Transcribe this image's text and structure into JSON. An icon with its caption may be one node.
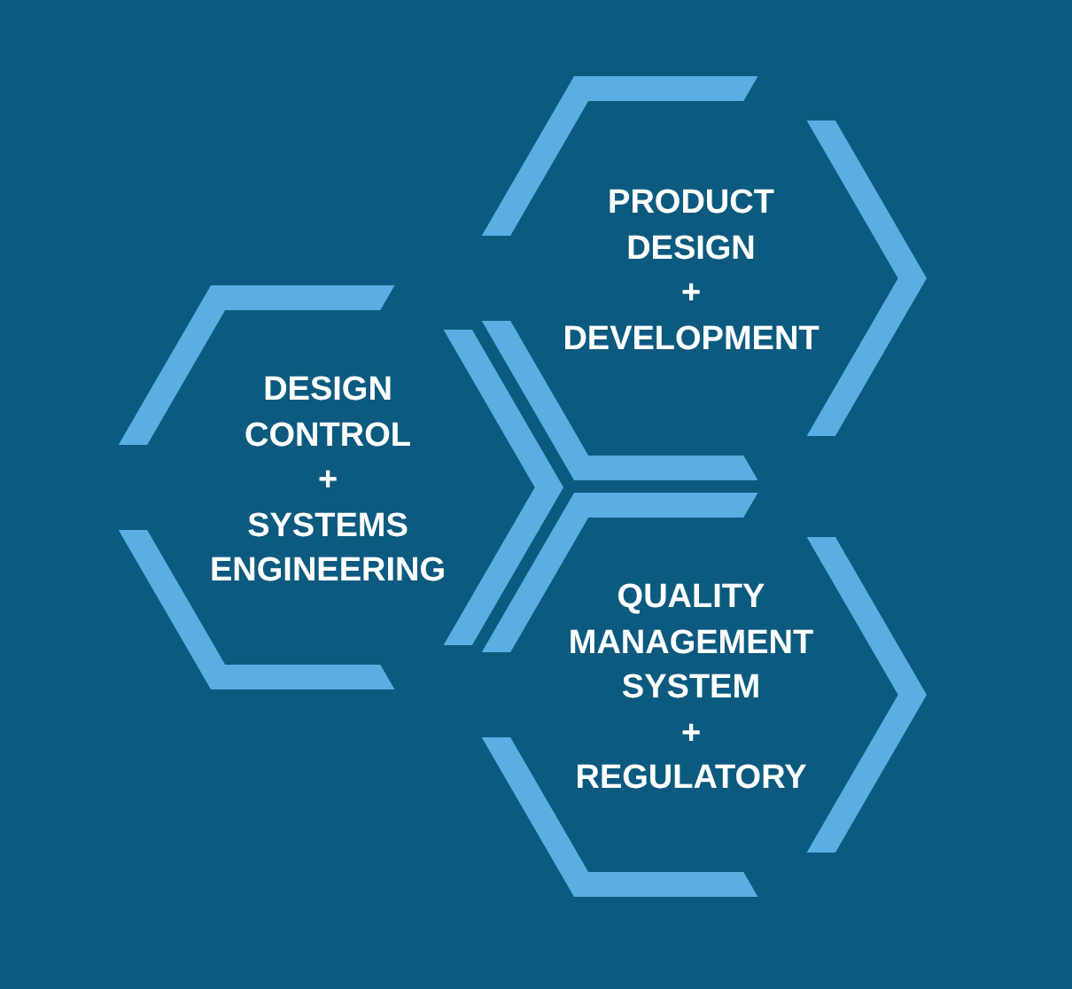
{
  "diagram": {
    "nodes": [
      {
        "text": [
          "DESIGN CONTROL + SYSTEMS ENGINEERING"
        ]
      },
      {
        "text": [
          "PRODUCT DESIGN + DEVELOPMENT"
        ]
      },
      {
        "text": [
          "QUALITY MANAGEMENT SYSTEM + REGULATORY"
        ]
      }
    ]
  }
}
